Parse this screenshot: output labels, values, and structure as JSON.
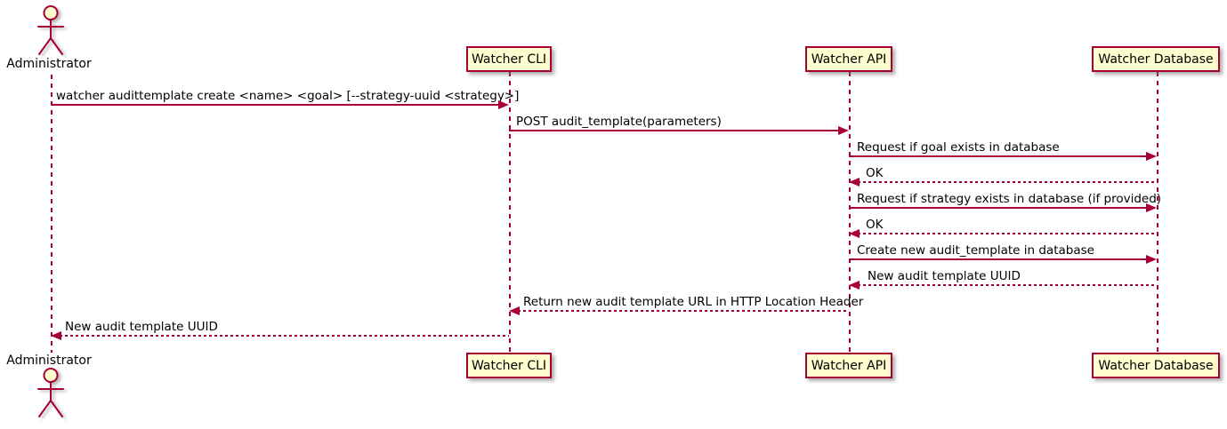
{
  "diagram_type": "uml-sequence",
  "colors": {
    "accent": "#A80036",
    "participant_fill": "#FEFECE",
    "text": "#000000",
    "background": "#FFFFFF"
  },
  "actor": {
    "label": "Administrator",
    "icon": "stick-figure"
  },
  "participants": [
    {
      "label": "Watcher CLI"
    },
    {
      "label": "Watcher API"
    },
    {
      "label": "Watcher Database"
    }
  ],
  "messages": [
    {
      "from": "Administrator",
      "to": "Watcher CLI",
      "line": "solid",
      "label": "watcher audittemplate create <name> <goal> [--strategy-uuid <strategy>]"
    },
    {
      "from": "Watcher CLI",
      "to": "Watcher API",
      "line": "solid",
      "label": "POST audit_template(parameters)"
    },
    {
      "from": "Watcher API",
      "to": "Watcher Database",
      "line": "solid",
      "label": "Request if goal exists in database"
    },
    {
      "from": "Watcher Database",
      "to": "Watcher API",
      "line": "dashed",
      "label": "OK"
    },
    {
      "from": "Watcher API",
      "to": "Watcher Database",
      "line": "solid",
      "label": "Request if strategy exists in database (if provided)"
    },
    {
      "from": "Watcher Database",
      "to": "Watcher API",
      "line": "dashed",
      "label": "OK"
    },
    {
      "from": "Watcher API",
      "to": "Watcher Database",
      "line": "solid",
      "label": "Create new audit_template in database"
    },
    {
      "from": "Watcher Database",
      "to": "Watcher API",
      "line": "dashed",
      "label": "New audit template UUID"
    },
    {
      "from": "Watcher API",
      "to": "Watcher CLI",
      "line": "dashed",
      "label": "Return new audit template URL in HTTP Location Header"
    },
    {
      "from": "Watcher CLI",
      "to": "Administrator",
      "line": "dashed",
      "label": "New audit template UUID"
    }
  ]
}
